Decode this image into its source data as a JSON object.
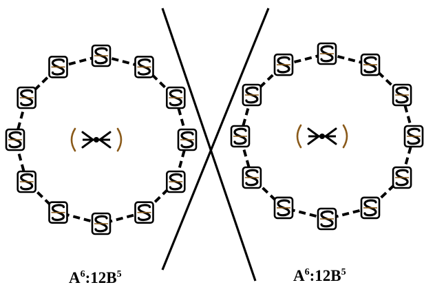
{
  "diagram": {
    "rings": [
      {
        "label_parts": {
          "a": "A",
          "a_exp": "6",
          "mid": ":12B",
          "b_exp": "5"
        },
        "node_count": 12,
        "node_icon": "glyph-s-knot-icon",
        "center_icon": "bond-center-icon"
      },
      {
        "label_parts": {
          "a": "A",
          "a_exp": "6",
          "mid": ":12B",
          "b_exp": "5"
        },
        "node_count": 12,
        "node_icon": "glyph-s-knot-icon",
        "center_icon": "bond-center-icon"
      }
    ],
    "cross_lines": [
      "cross-line-a",
      "cross-line-b"
    ],
    "colors": {
      "ink": "#000000",
      "paper": "#ffffff",
      "node_fill": "#ffffff",
      "accent_brown": "#8a5a1a"
    }
  }
}
